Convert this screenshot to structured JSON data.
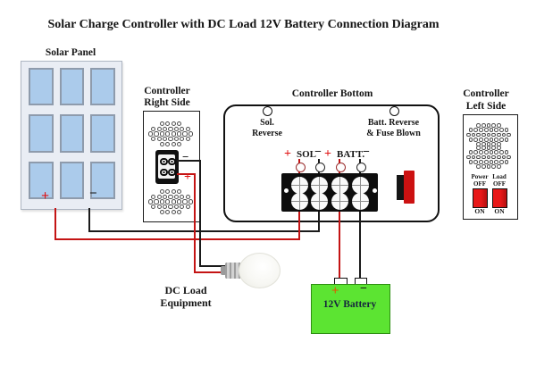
{
  "title": "Solar Charge Controller with DC Load 12V Battery Connection Diagram",
  "solar_panel": {
    "label": "Solar Panel",
    "plus": "+",
    "minus": "−"
  },
  "controller_right": {
    "label_line1": "Controller",
    "label_line2": "Right Side",
    "minus": "−",
    "plus": "+"
  },
  "controller_bottom": {
    "label": "Controller Bottom",
    "sol_reverse_line1": "Sol.",
    "sol_reverse_line2": "Reverse",
    "batt_reverse_line1": "Batt. Reverse",
    "batt_reverse_line2": "& Fuse Blown",
    "sol_plus": "+",
    "sol_label": "SOL",
    "sol_minus": "−",
    "batt_plus": "+",
    "batt_label": "BATT.",
    "batt_minus": "−"
  },
  "controller_left": {
    "label_line1": "Controller",
    "label_line2": "Left Side",
    "power_switch": {
      "name": "Power",
      "off": "OFF",
      "on": "ON"
    },
    "load_switch": {
      "name": "Load",
      "off": "OFF",
      "on": "ON"
    }
  },
  "dc_load": {
    "label_line1": "DC Load",
    "label_line2": "Equipment"
  },
  "battery": {
    "label": "12V Battery",
    "plus": "+",
    "minus": "−"
  },
  "colors": {
    "wire_red": "#c41414",
    "wire_black": "#1a1a1a",
    "symbol_red": "#e01212",
    "battery_green": "#5ce432",
    "battery_plus_orange": "#e05800",
    "switch_red": "#d81515",
    "fuse_red": "#cc1111",
    "solar_cell_blue": "#abcbeb",
    "led_white": "#ffffff"
  }
}
